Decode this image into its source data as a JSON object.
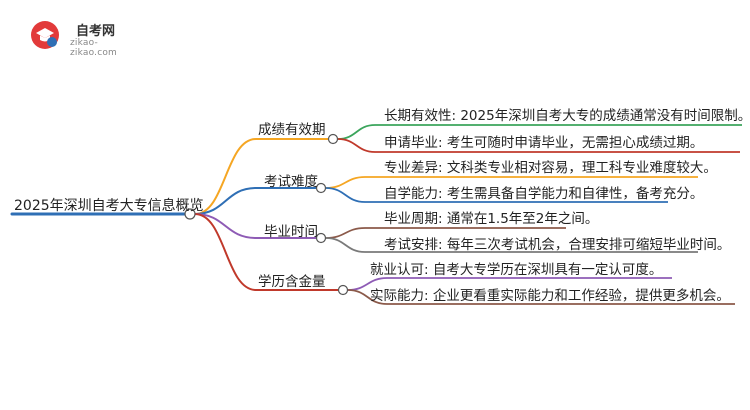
{
  "logo": {
    "title": "自考网",
    "url": "zikao-zikao.com"
  },
  "root": "2025年深圳自考大专信息概览",
  "branches": [
    {
      "label": "成绩有效期",
      "color": "#F5A623",
      "children": [
        {
          "label": "长期有效性: 2025年深圳自考大专的成绩通常没有时间限制。",
          "color": "#3BA55C"
        },
        {
          "label": "申请毕业: 考生可随时申请毕业，无需担心成绩过期。",
          "color": "#C0392B"
        }
      ]
    },
    {
      "label": "考试难度",
      "color": "#2F6FB5",
      "children": [
        {
          "label": "专业差异: 文科类专业相对容易，理工科专业难度较大。",
          "color": "#F5A623"
        },
        {
          "label": "自学能力: 考生需具备自学能力和自律性，备考充分。",
          "color": "#2F6FB5"
        }
      ]
    },
    {
      "label": "毕业时间",
      "color": "#8E5BB5",
      "children": [
        {
          "label": "毕业周期: 通常在1.5年至2年之间。",
          "color": "#8B5A4A"
        },
        {
          "label": "考试安排: 每年三次考试机会，合理安排可缩短毕业时间。",
          "color": "#7A7A7A"
        }
      ]
    },
    {
      "label": "学历含金量",
      "color": "#C0392B",
      "children": [
        {
          "label": "就业认可: 自考大专学历在深圳具有一定认可度。",
          "color": "#8E5BB5"
        },
        {
          "label": "实际能力: 企业更看重实际能力和工作经验，提供更多机会。",
          "color": "#8B5A4A"
        }
      ]
    }
  ]
}
